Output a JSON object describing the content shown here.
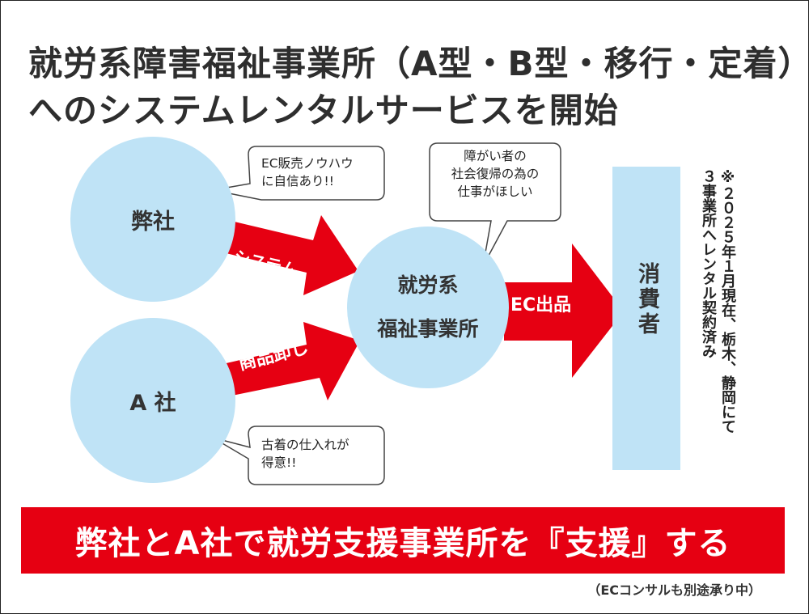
{
  "title": {
    "line1": "就労系障害福祉事業所（A型・B型・移行・定着）",
    "line2": "へのシステムレンタルサービスを開始"
  },
  "nodes": {
    "our_company": "弊社",
    "company_a": "A 社",
    "office_line1": "就労系",
    "office_line2": "福祉事業所",
    "consumer": "消費者"
  },
  "arrows": {
    "system": "システム",
    "wholesale": "商品卸し",
    "ec": "EC出品"
  },
  "bubbles": {
    "ours_line1": "EC販売ノウハウ",
    "ours_line2": "に自信あり!!",
    "office_line1": "障がい者の",
    "office_line2": "社会復帰の為の",
    "office_line3": "仕事がほしい",
    "a_line1": "古着の仕入れが",
    "a_line2": "得意!!"
  },
  "note": {
    "line1": "※２０２５年１月現在、栃木、静岡にて",
    "line2": "３事業所へレンタル契約済み"
  },
  "banner": "弊社とA社で就労支援事業所を『支援』する",
  "footnote": "（ECコンサルも別途承り中）",
  "colors": {
    "accent_red": "#e60012",
    "circle_blue": "#bfe3f6",
    "text_dark": "#2e2e2e"
  }
}
